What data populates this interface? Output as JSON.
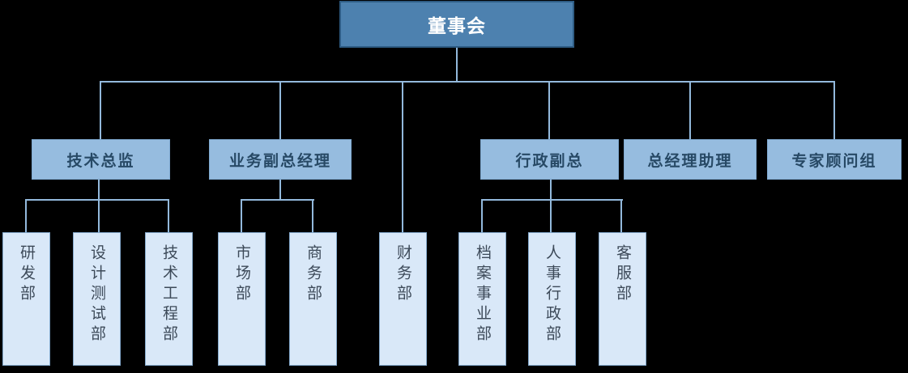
{
  "org": {
    "root": {
      "label": "董事会"
    },
    "managers": [
      {
        "label": "技术总监",
        "departments": [
          {
            "label": "研发部"
          },
          {
            "label": "设计测试部"
          },
          {
            "label": "技术工程部"
          }
        ]
      },
      {
        "label": "业务副总经理",
        "departments": [
          {
            "label": "市场部"
          },
          {
            "label": "商务部"
          }
        ]
      },
      {
        "label": "行政副总",
        "departments": [
          {
            "label": "档案事业部"
          },
          {
            "label": "人事行政部"
          },
          {
            "label": "客服部"
          }
        ]
      },
      {
        "label": "总经理助理",
        "departments": []
      },
      {
        "label": "专家顾问组",
        "departments": []
      }
    ],
    "root_departments": [
      {
        "label": "财务部"
      }
    ]
  },
  "colors": {
    "background": "#000000",
    "root_fill": "#4d81af",
    "root_border": "#2e5c84",
    "root_text": "#ffffff",
    "manager_fill": "#96bcdf",
    "manager_border": "#7fa9d0",
    "manager_text": "#274965",
    "department_fill": "#d9e8f8",
    "department_border": "#84a9cc",
    "department_text": "#3d4a59",
    "connector": "#93b9dc"
  }
}
